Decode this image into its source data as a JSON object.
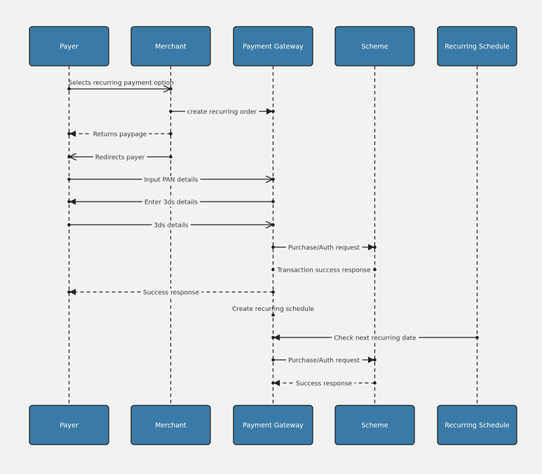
{
  "colors": {
    "background": "#f2f2f2",
    "box_fill": "#3a7aa6",
    "box_stroke": "#222222",
    "box_text": "#ffffff",
    "line": "#222222",
    "label_text": "#333333"
  },
  "participants": [
    {
      "id": "payer",
      "label": "Payer"
    },
    {
      "id": "merchant",
      "label": "Merchant"
    },
    {
      "id": "gateway",
      "label": "Payment Gateway"
    },
    {
      "id": "scheme",
      "label": "Scheme"
    },
    {
      "id": "schedule",
      "label": "Recurring Schedule"
    }
  ],
  "messages": [
    {
      "from": "payer",
      "to": "merchant",
      "label": "Selects recurring payment option",
      "style": "solid",
      "head": "open"
    },
    {
      "from": "merchant",
      "to": "gateway",
      "label": "create recurring order",
      "style": "solid",
      "head": "filled"
    },
    {
      "from": "merchant",
      "to": "payer",
      "label": "Returns paypage",
      "style": "dashed",
      "head": "filled"
    },
    {
      "from": "merchant",
      "to": "payer",
      "label": "Redirects payer",
      "style": "solid",
      "head": "open"
    },
    {
      "from": "payer",
      "to": "gateway",
      "label": "Input PAN details",
      "style": "solid",
      "head": "open"
    },
    {
      "from": "gateway",
      "to": "payer",
      "label": "Enter 3ds details",
      "style": "solid",
      "head": "filled"
    },
    {
      "from": "payer",
      "to": "gateway",
      "label": "3ds details",
      "style": "solid",
      "head": "open"
    },
    {
      "from": "gateway",
      "to": "scheme",
      "label": "Purchase/Auth request",
      "style": "solid",
      "head": "filled"
    },
    {
      "from": "scheme",
      "to": "gateway",
      "label": "Transaction success response",
      "style": "solid",
      "head": "filled"
    },
    {
      "from": "gateway",
      "to": "payer",
      "label": "Success response",
      "style": "dashed",
      "head": "filled"
    },
    {
      "from": "gateway",
      "to": "gateway",
      "label": "Create recurring schedule",
      "style": "self",
      "head": "none"
    },
    {
      "from": "schedule",
      "to": "gateway",
      "label": "Check next recurring date",
      "style": "solid",
      "head": "filled"
    },
    {
      "from": "gateway",
      "to": "scheme",
      "label": "Purchase/Auth request",
      "style": "solid",
      "head": "filled"
    },
    {
      "from": "scheme",
      "to": "gateway",
      "label": "Success response",
      "style": "dashed",
      "head": "filled"
    }
  ]
}
